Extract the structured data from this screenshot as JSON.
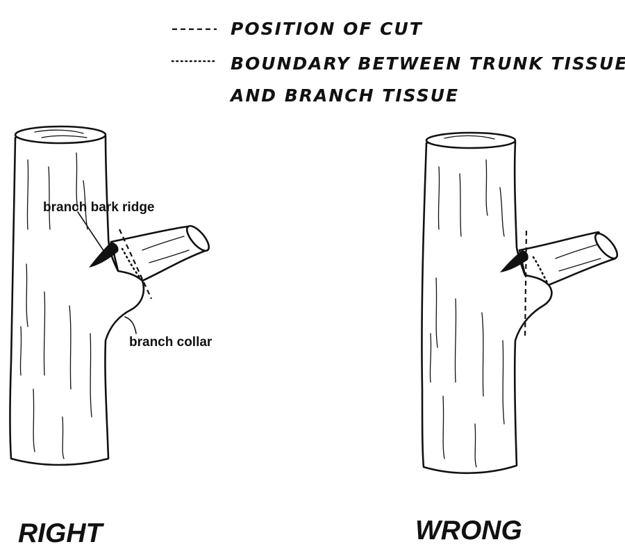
{
  "legend": {
    "cut_label": "POSITION OF CUT",
    "boundary_label_line1": "BOUNDARY BETWEEN TRUNK TISSUE",
    "boundary_label_line2": "AND BRANCH TISSUE"
  },
  "right_panel": {
    "verdict": "RIGHT",
    "ridge_label": "branch bark ridge",
    "collar_label": "branch collar"
  },
  "wrong_panel": {
    "verdict": "WRONG"
  },
  "colors": {
    "ink": "#111111",
    "paper": "#ffffff"
  }
}
